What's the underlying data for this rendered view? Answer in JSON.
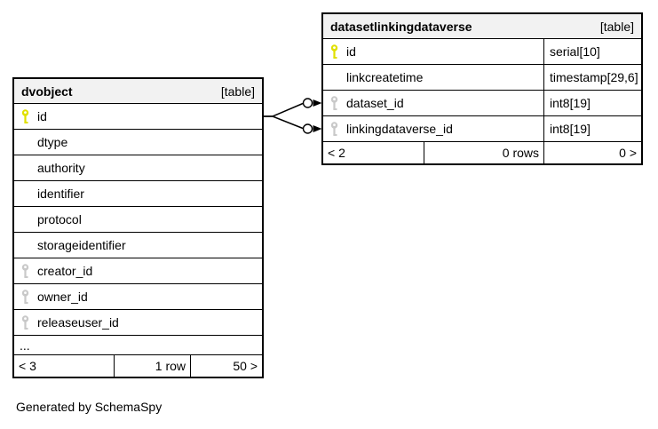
{
  "page": {
    "generated_by": "Generated by SchemaSpy"
  },
  "colors": {
    "primary_key": "#e0e000",
    "foreign_key": "#c9c9c9",
    "header_bg": "#f2f2f2",
    "line": "#000000"
  },
  "tables": [
    {
      "name": "dvobject",
      "badge": "[table]",
      "columns": [
        {
          "name": "id",
          "key": "primary"
        },
        {
          "name": "dtype",
          "key": null
        },
        {
          "name": "authority",
          "key": null
        },
        {
          "name": "identifier",
          "key": null
        },
        {
          "name": "protocol",
          "key": null
        },
        {
          "name": "storageidentifier",
          "key": null
        },
        {
          "name": "creator_id",
          "key": "foreign"
        },
        {
          "name": "owner_id",
          "key": "foreign"
        },
        {
          "name": "releaseuser_id",
          "key": "foreign"
        }
      ],
      "ellipsis": "...",
      "footer": {
        "left": "< 3",
        "center": "1 row",
        "right": "50 >"
      }
    },
    {
      "name": "datasetlinkingdataverse",
      "badge": "[table]",
      "columns": [
        {
          "name": "id",
          "key": "primary",
          "type": "serial[10]"
        },
        {
          "name": "linkcreatetime",
          "key": null,
          "type": "timestamp[29,6]"
        },
        {
          "name": "dataset_id",
          "key": "foreign",
          "type": "int8[19]"
        },
        {
          "name": "linkingdataverse_id",
          "key": "foreign",
          "type": "int8[19]"
        }
      ],
      "footer": {
        "left": "< 2",
        "center": "0 rows",
        "right": "0 >"
      }
    }
  ],
  "relationships": [
    {
      "from": "dvobject.id",
      "to": "datasetlinkingdataverse.dataset_id"
    },
    {
      "from": "dvobject.id",
      "to": "datasetlinkingdataverse.linkingdataverse_id"
    }
  ]
}
